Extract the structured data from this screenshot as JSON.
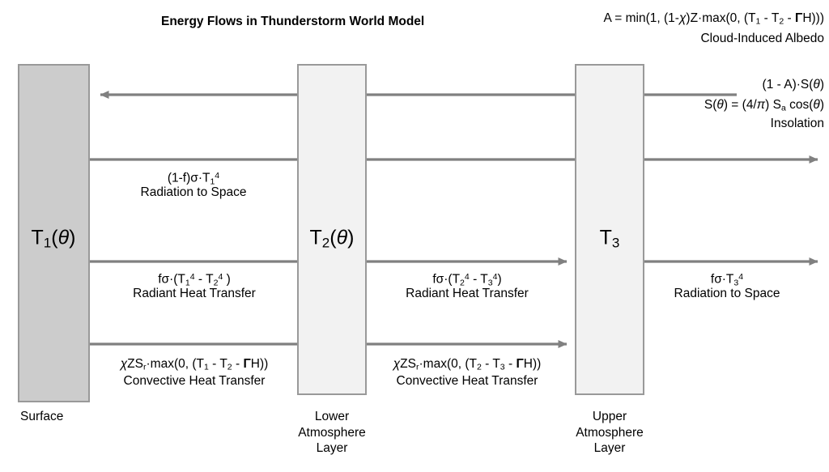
{
  "title": "Energy Flows in Thunderstorm World Model",
  "boxes": [
    {
      "id": "surface",
      "label_html": "T<sub>1</sub>(<span class=\"it\">θ</span>)",
      "caption": "Surface",
      "fill": "#cccccc"
    },
    {
      "id": "lower-layer",
      "label_html": "T<sub>2</sub>(<span class=\"it\">θ</span>)",
      "caption": "Lower\nAtmosphere\nLayer",
      "fill": "#f2f2f2"
    },
    {
      "id": "upper-layer",
      "label_html": "T<sub>3</sub>",
      "caption": "Upper\nAtmosphere\nLayer",
      "fill": "#f2f2f2"
    }
  ],
  "annotations": {
    "albedo_formula": "A = min(1, (1-χ)Z·max(0, (T1 - T2 - ΓH)))",
    "albedo_caption": "Cloud-Induced Albedo",
    "insolation_flux": "(1 - A)·S(θ)",
    "insolation_formula": "S(θ) = (4/π) Sa cos(θ)",
    "insolation_caption": "Insolation",
    "surface_radiation_formula": "(1-f)σ·T1⁴",
    "surface_radiation_caption": "Radiation to Space",
    "radiant_1_formula": "fσ·(T1⁴ - T2⁴ )",
    "radiant_1_caption": "Radiant Heat Transfer",
    "radiant_2_formula": "fσ·(T2⁴ - T3⁴)",
    "radiant_2_caption": "Radiant Heat Transfer",
    "top_radiation_formula": "fσ·T3⁴",
    "top_radiation_caption": "Radiation to Space",
    "convective_1_formula": "χZSr·max(0, (T1 - T2 - ΓH))",
    "convective_1_caption": "Convective Heat Transfer",
    "convective_2_formula": "χZSr·max(0, (T2 - T3 - ΓH))",
    "convective_2_caption": "Convective Heat Transfer"
  },
  "colors": {
    "stroke": "#808080",
    "box_border": "#999999",
    "surface_fill": "#cccccc",
    "layer_fill": "#f2f2f2",
    "text": "#000000",
    "background": "#ffffff"
  }
}
